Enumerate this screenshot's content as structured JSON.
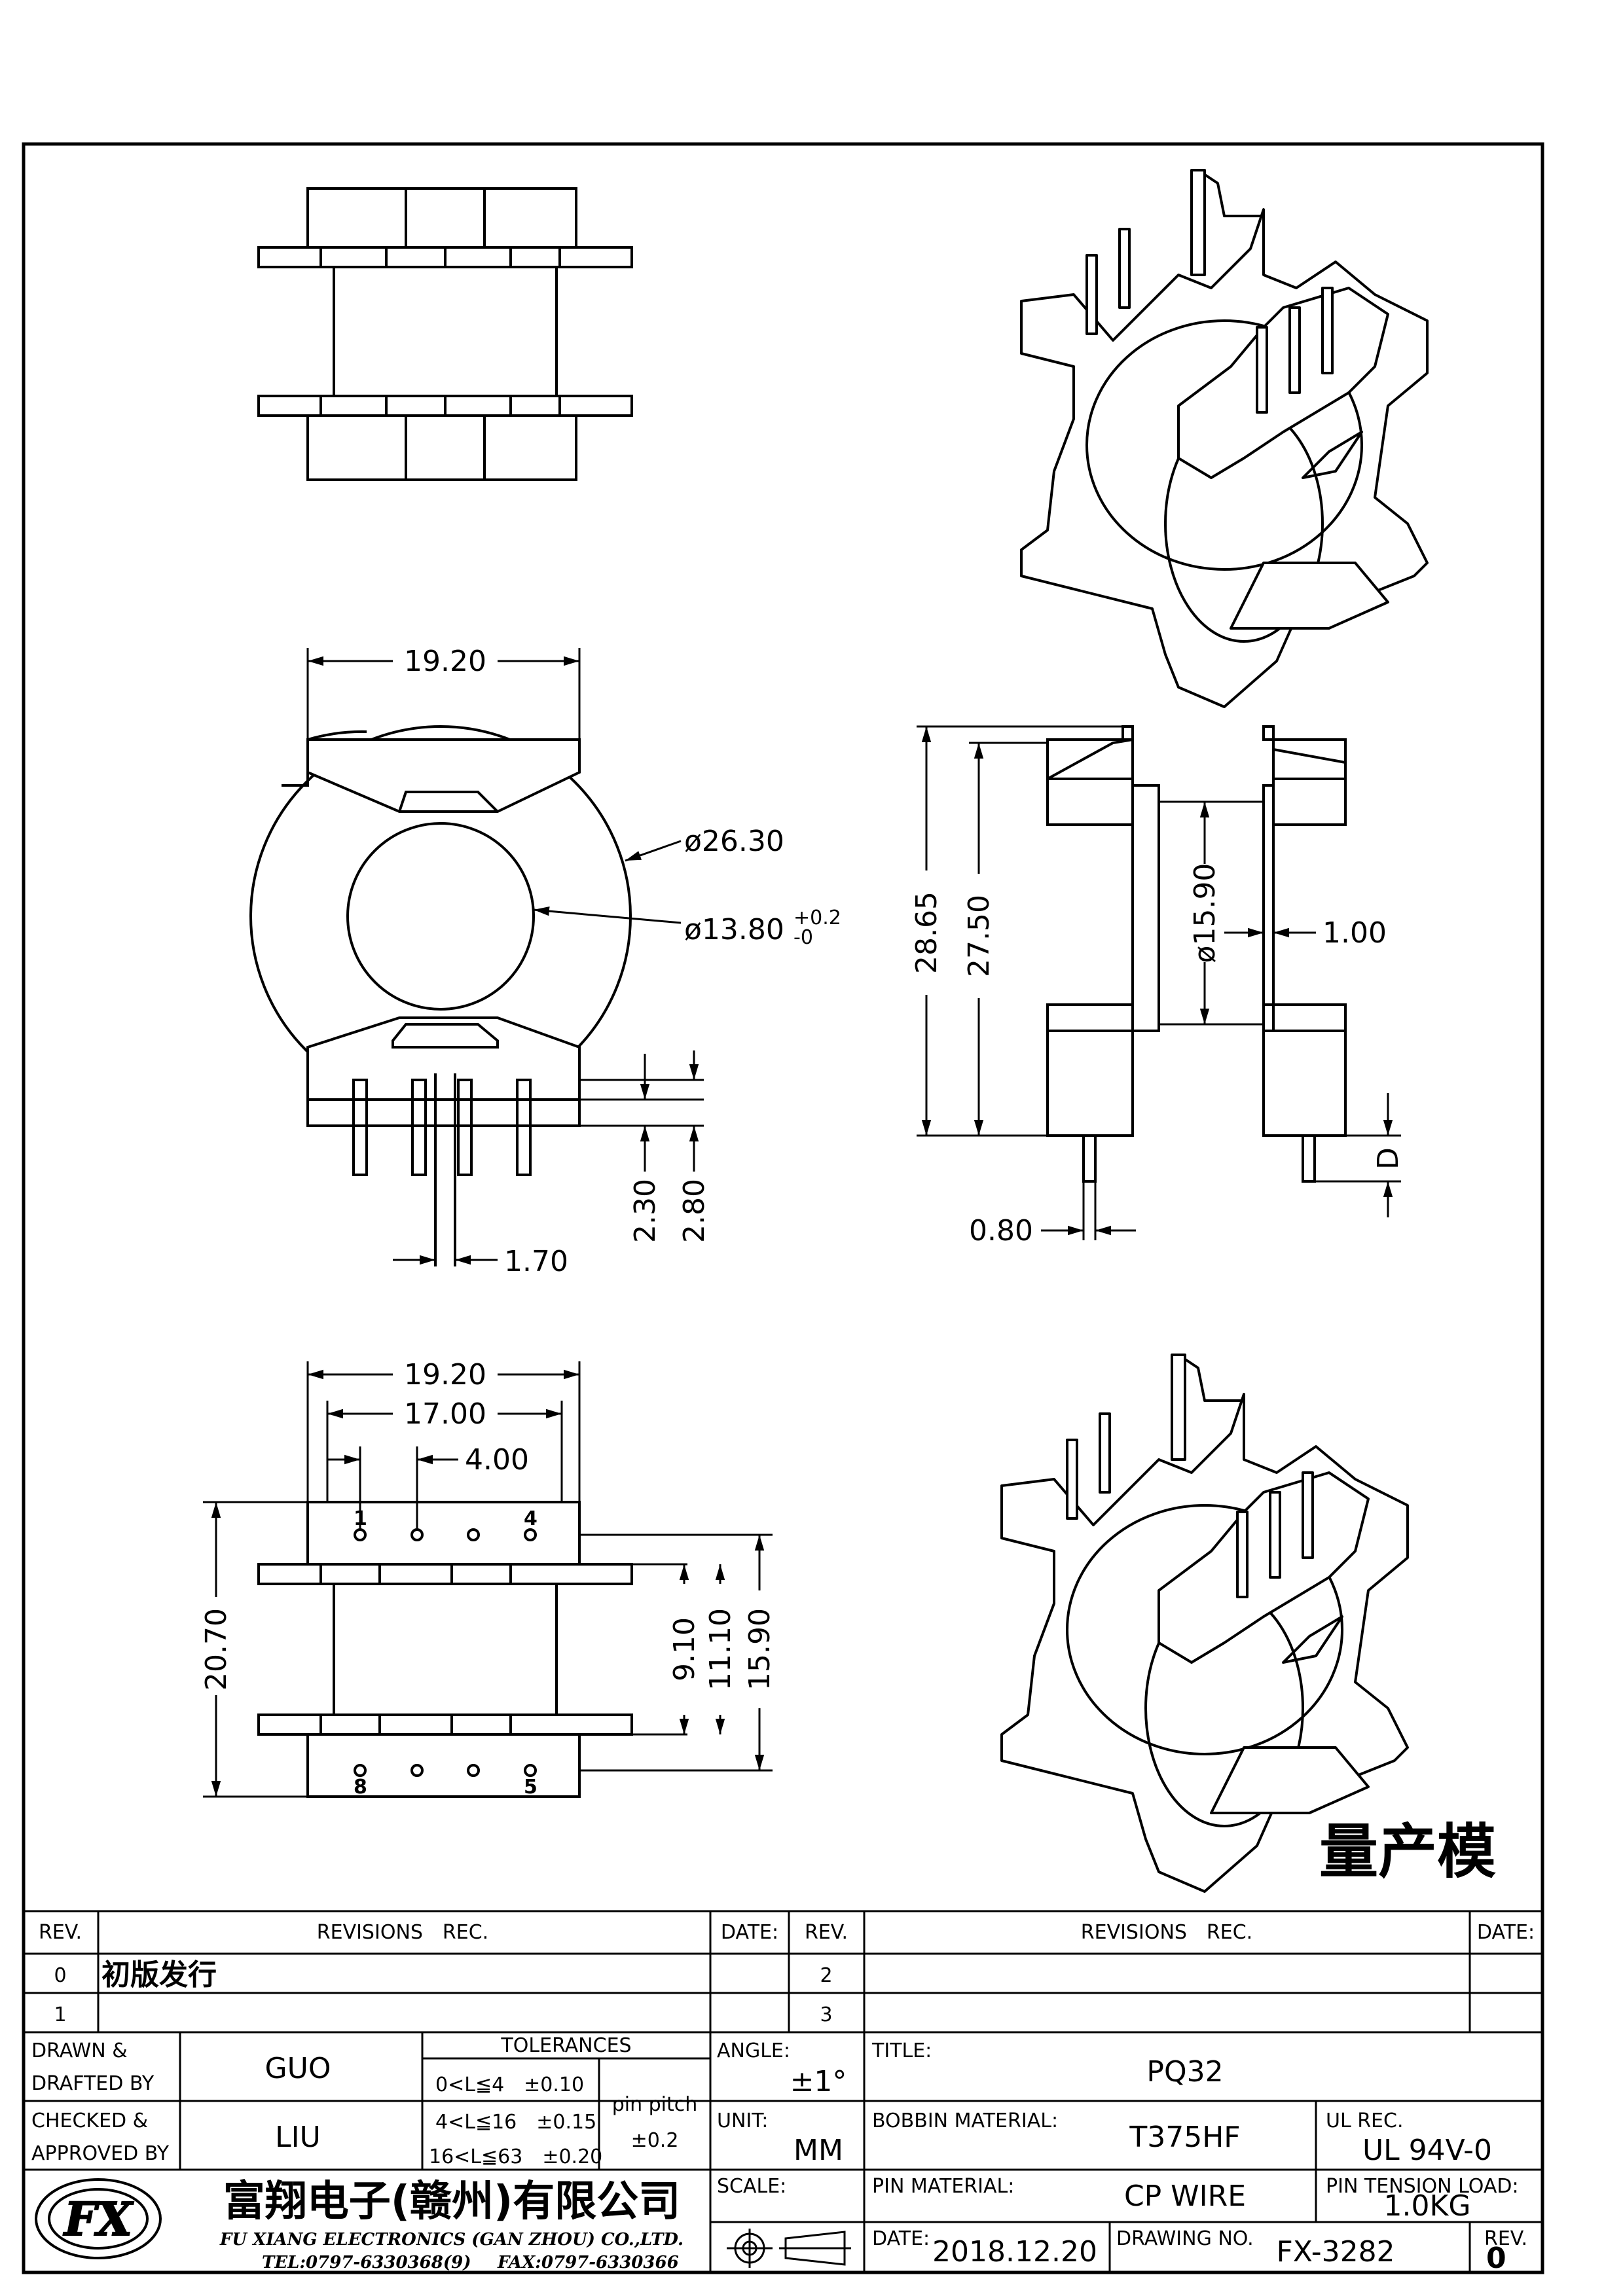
{
  "dimensions": {
    "top_width": "19.20",
    "outer_dia": "ø26.30",
    "inner_dia": "ø13.80",
    "inner_tol_plus": "+0.2",
    "inner_tol_minus": "-0",
    "pin_len_a": "2.30",
    "pin_len_b": "2.80",
    "pin_offset": "1.70",
    "height_a": "28.65",
    "height_b": "27.50",
    "bore_dia": "ø15.90",
    "wall": "1.00",
    "pin_dia": "0.80",
    "d_label": "D",
    "bottom_width": "19.20",
    "pin_span": "17.00",
    "pin_pitch": "4.00",
    "total_depth": "20.70",
    "inner_a": "9.10",
    "inner_b": "11.10",
    "inner_c": "15.90",
    "pin_numbers": [
      "1",
      "4",
      "8",
      "5"
    ]
  },
  "stamp": "量产模",
  "revisions": {
    "h_rev": "REV.",
    "h_rec": "REVISIONS　REC.",
    "h_date": "DATE:",
    "rows_left": [
      {
        "rev": "0",
        "text": "初版发行",
        "date": ""
      },
      {
        "rev": "1",
        "text": "",
        "date": ""
      }
    ],
    "rows_right": [
      {
        "rev": "2",
        "text": "",
        "date": ""
      },
      {
        "rev": "3",
        "text": "",
        "date": ""
      }
    ]
  },
  "titleblock": {
    "drawn_label_1": "DRAWN &",
    "drawn_label_2": "DRAFTED BY",
    "drawn_by": "GUO",
    "checked_label_1": "CHECKED &",
    "checked_label_2": "APPROVED BY",
    "checked_by": "LIU",
    "tol_header": "TOLERANCES",
    "tol_rows": [
      "0<L≦4　±0.10",
      "4<L≦16　±0.15",
      "16<L≦63　±0.20"
    ],
    "pin_pitch_label": "pin pitch",
    "pin_pitch_tol": "±0.2",
    "angle_label": "ANGLE:",
    "angle_value": "±1°",
    "unit_label": "UNIT:",
    "unit_value": "MM",
    "scale_label": "SCALE:",
    "title_label": "TITLE:",
    "title_value": "PQ32",
    "bobbin_label": "BOBBIN MATERIAL:",
    "bobbin_value": "T375HF",
    "ul_label": "UL REC.",
    "ul_value": "UL 94V-0",
    "pin_mat_label": "PIN MATERIAL:",
    "pin_mat_value": "CP WIRE",
    "tension_label": "PIN TENSION LOAD:",
    "tension_value": "1.0KG",
    "date_label": "DATE:",
    "date_value": "2018.12.20",
    "drawing_no_label": "DRAWING NO.",
    "drawing_no_value": "FX-3282",
    "rev_label": "REV.",
    "rev_value": "0",
    "company_cn": "富翔电子(赣州)有限公司",
    "company_en": "FU XIANG ELECTRONICS (GAN ZHOU) CO.,LTD.",
    "company_tel": "TEL:0797-6330368(9)",
    "company_fax": "FAX:0797-6330366",
    "logo_text": "FX"
  }
}
